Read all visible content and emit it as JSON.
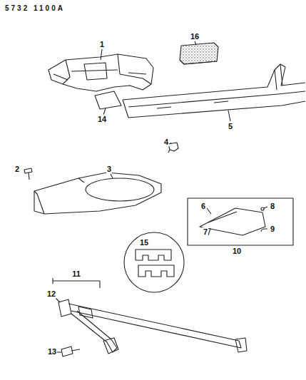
{
  "diagram": {
    "labels": [
      "5732 1100A",
      "1",
      "16",
      "14",
      "5",
      "4",
      "2",
      "3",
      "6",
      "8",
      "7",
      "9",
      "10",
      "15",
      "11",
      "12",
      "13"
    ]
  }
}
